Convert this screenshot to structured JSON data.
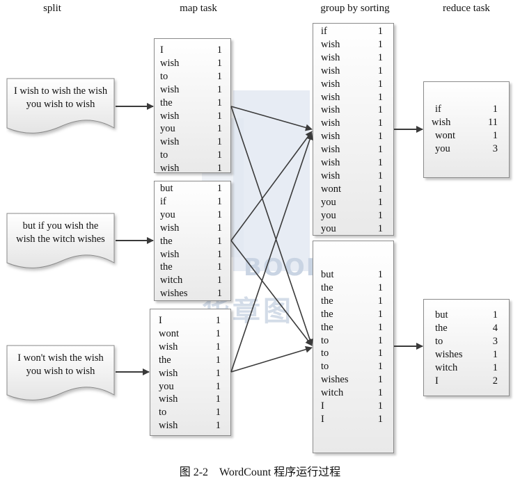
{
  "columns": {
    "split": "split",
    "map": "map task",
    "group": "group by sorting",
    "reduce": "reduce task"
  },
  "split_docs": [
    {
      "line1": "I wish to wish the wish",
      "line2": "you wish to wish"
    },
    {
      "line1": "but if you wish the",
      "line2": "wish the witch wishes"
    },
    {
      "line1": "I won't wish the wish",
      "line2": "you wish to wish"
    }
  ],
  "map_tasks": [
    {
      "rows": [
        {
          "word": "I",
          "count": "1"
        },
        {
          "word": "wish",
          "count": "1"
        },
        {
          "word": "to",
          "count": "1"
        },
        {
          "word": "wish",
          "count": "1"
        },
        {
          "word": "the",
          "count": "1"
        },
        {
          "word": "wish",
          "count": "1"
        },
        {
          "word": "you",
          "count": "1"
        },
        {
          "word": "wish",
          "count": "1"
        },
        {
          "word": "to",
          "count": "1"
        },
        {
          "word": "wish",
          "count": "1"
        }
      ]
    },
    {
      "rows": [
        {
          "word": "but",
          "count": "1"
        },
        {
          "word": "if",
          "count": "1"
        },
        {
          "word": "you",
          "count": "1"
        },
        {
          "word": "wish",
          "count": "1"
        },
        {
          "word": "the",
          "count": "1"
        },
        {
          "word": "wish",
          "count": "1"
        },
        {
          "word": "the",
          "count": "1"
        },
        {
          "word": "witch",
          "count": "1"
        },
        {
          "word": "wishes",
          "count": "1"
        }
      ]
    },
    {
      "rows": [
        {
          "word": "I",
          "count": "1"
        },
        {
          "word": "wont",
          "count": "1"
        },
        {
          "word": "wish",
          "count": "1"
        },
        {
          "word": "the",
          "count": "1"
        },
        {
          "word": "wish",
          "count": "1"
        },
        {
          "word": "you",
          "count": "1"
        },
        {
          "word": "wish",
          "count": "1"
        },
        {
          "word": "to",
          "count": "1"
        },
        {
          "word": "wish",
          "count": "1"
        }
      ]
    }
  ],
  "group_tasks": [
    {
      "rows": [
        {
          "word": "if",
          "count": "1"
        },
        {
          "word": "wish",
          "count": "1"
        },
        {
          "word": "wish",
          "count": "1"
        },
        {
          "word": "wish",
          "count": "1"
        },
        {
          "word": "wish",
          "count": "1"
        },
        {
          "word": "wish",
          "count": "1"
        },
        {
          "word": "wish",
          "count": "1"
        },
        {
          "word": "wish",
          "count": "1"
        },
        {
          "word": "wish",
          "count": "1"
        },
        {
          "word": "wish",
          "count": "1"
        },
        {
          "word": "wish",
          "count": "1"
        },
        {
          "word": "wish",
          "count": "1"
        },
        {
          "word": "wont",
          "count": "1"
        },
        {
          "word": "you",
          "count": "1"
        },
        {
          "word": "you",
          "count": "1"
        },
        {
          "word": "you",
          "count": "1"
        }
      ]
    },
    {
      "rows": [
        {
          "word": "but",
          "count": "1"
        },
        {
          "word": "the",
          "count": "1"
        },
        {
          "word": "the",
          "count": "1"
        },
        {
          "word": "the",
          "count": "1"
        },
        {
          "word": "the",
          "count": "1"
        },
        {
          "word": "to",
          "count": "1"
        },
        {
          "word": "to",
          "count": "1"
        },
        {
          "word": "to",
          "count": "1"
        },
        {
          "word": "wishes",
          "count": "1"
        },
        {
          "word": "witch",
          "count": "1"
        },
        {
          "word": "I",
          "count": "1"
        },
        {
          "word": "I",
          "count": "1"
        }
      ]
    }
  ],
  "reduce_tasks": [
    {
      "rows": [
        {
          "word": "if",
          "count": "1"
        },
        {
          "word": "wish",
          "count": "11"
        },
        {
          "word": "wont",
          "count": "1"
        },
        {
          "word": "you",
          "count": "3"
        }
      ]
    },
    {
      "rows": [
        {
          "word": "but",
          "count": "1"
        },
        {
          "word": "the",
          "count": "4"
        },
        {
          "word": "to",
          "count": "3"
        },
        {
          "word": "wishes",
          "count": "1"
        },
        {
          "word": "witch",
          "count": "1"
        },
        {
          "word": "I",
          "count": "2"
        }
      ]
    }
  ],
  "watermark": {
    "line1": "BOOKS",
    "line2": "华章图书"
  },
  "caption": "图 2-2　WordCount 程序运行过程",
  "colors": {
    "line": "#3a3a3a",
    "box_border": "#8a8a8a",
    "watermark": "#dfe6f0"
  }
}
